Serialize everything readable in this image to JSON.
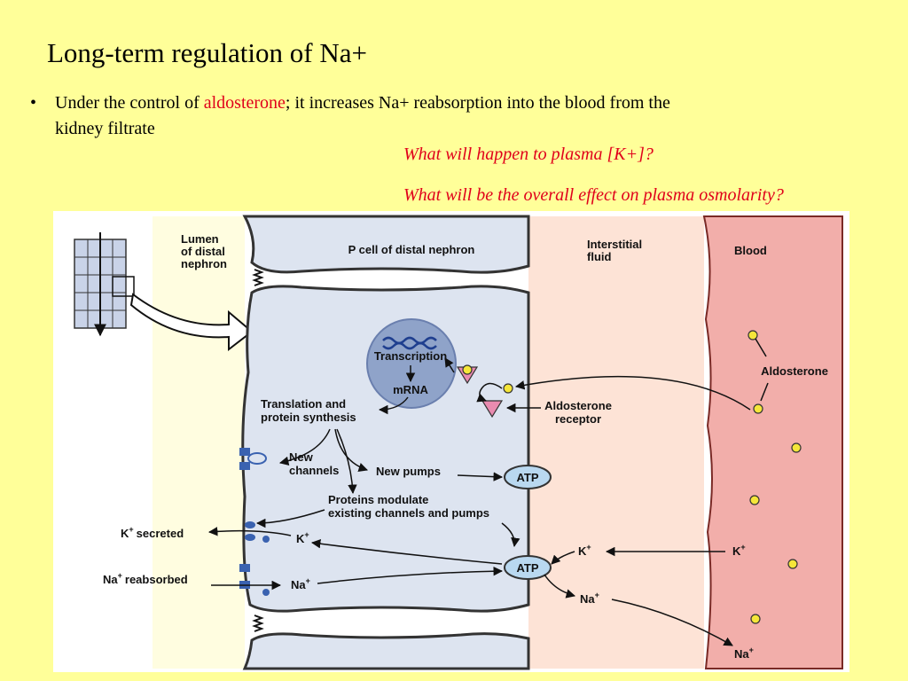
{
  "slide": {
    "title": "Long-term regulation of Na+",
    "bullet": {
      "prefix": "Under the control of ",
      "highlight": "aldosterone",
      "suffix": "; it increases Na+ reabsorption into the blood from the kidney filtrate"
    },
    "questions": [
      "What will happen to plasma [K+]?",
      "What will be the overall effect on plasma osmolarity?"
    ]
  },
  "diagram": {
    "regions": {
      "lumen": [
        "Lumen",
        "of distal",
        "nephron"
      ],
      "cell": "P cell of distal nephron",
      "interstitial": [
        "Interstitial",
        "fluid"
      ],
      "blood": "Blood"
    },
    "nucleus": {
      "transcription": "Transcription",
      "mrna": "mRNA"
    },
    "labels": {
      "translation": [
        "Translation and",
        "protein synthesis"
      ],
      "new_channels": [
        "New",
        "channels"
      ],
      "new_pumps": "New pumps",
      "proteins_modulate": [
        "Proteins modulate",
        "existing channels and pumps"
      ],
      "aldosterone_receptor": [
        "Aldosterone",
        "receptor"
      ],
      "aldosterone": "Aldosterone",
      "atp": "ATP",
      "k_secreted": "K",
      "k_secreted_suffix": "secreted",
      "na_reabsorbed": "Na",
      "na_reabsorbed_suffix": "reabsorbed",
      "k": "K",
      "na": "Na",
      "plus": "+"
    },
    "colors": {
      "slide_bg": "#ffff99",
      "accent_red": "#e0001b",
      "cell": "#dde4f0",
      "interstitial": "#fde3d6",
      "blood": "#f2aeaa",
      "lumen": "#fffde0",
      "aldosterone_molecule": "#f5e63a",
      "atp": "#b9d8f0",
      "receptor": "#e98bb0"
    }
  }
}
